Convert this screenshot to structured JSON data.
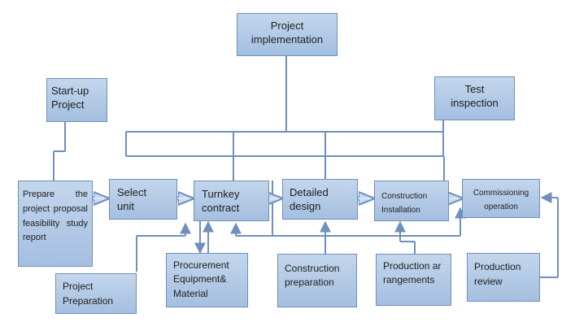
{
  "diagram": {
    "boxes": {
      "project_implementation": "Project implementation",
      "startup_project": "Start-up Project",
      "test_inspection": "Test inspection",
      "prepare_report": "Prepare the project proposal feasibility study report",
      "select_unit": "Select unit",
      "turnkey_contract": "Turnkey contract",
      "detailed_design": "Detailed design",
      "construction_installation": "Construction Installation",
      "commissioning_operation": "Commissioning operation",
      "procurement": "Procurement Equipment& Material",
      "construction_preparation": "Construction preparation",
      "production_arrangements": "Production arrangements",
      "production_review": "Production review",
      "project_preparation": "Project Preparation"
    },
    "colors": {
      "box_fill": "#b3cae6",
      "box_border": "#6f8fbd",
      "connector": "#6f8fbd"
    }
  }
}
